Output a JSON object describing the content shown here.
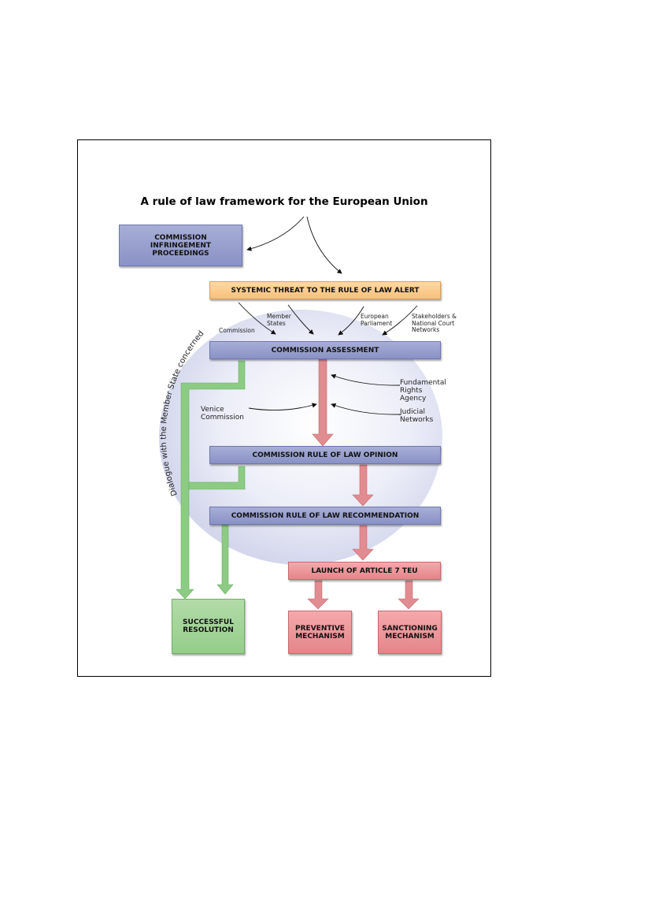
{
  "title": "A rule of law framework for the European Union",
  "boxes": {
    "infringement": "COMMISSION\nINFRINGEMENT\nPROCEEDINGS",
    "alert": "SYSTEMIC THREAT TO THE RULE OF LAW ALERT",
    "assessment": "COMMISSION ASSESSMENT",
    "opinion": "COMMISSION RULE OF LAW OPINION",
    "recommendation": "COMMISSION RULE OF LAW RECOMMENDATION",
    "article7": "LAUNCH OF ARTICLE 7 TEU",
    "resolution": "SUCCESSFUL\nRESOLUTION",
    "preventive": "PREVENTIVE\nMECHANISM",
    "sanctioning": "SANCTIONING\nMECHANISM"
  },
  "inputs": {
    "commission": "Commission",
    "member_states": "Member\nStates",
    "european_parliament": "European\nParliament",
    "stakeholders": "Stakeholders &\nNational Court\nNetworks",
    "fra": "Fundamental\nRights\nAgency",
    "judicial": "Judicial\nNetworks",
    "venice": "Venice\nCommission"
  },
  "dialogue_label": "Dialogue with the Member State concerned",
  "colors": {
    "blue": "#8a92c6",
    "orange": "#f8c07c",
    "red": "#e48589",
    "green": "#95cd8a",
    "ellipse": "#d5d7ec"
  }
}
